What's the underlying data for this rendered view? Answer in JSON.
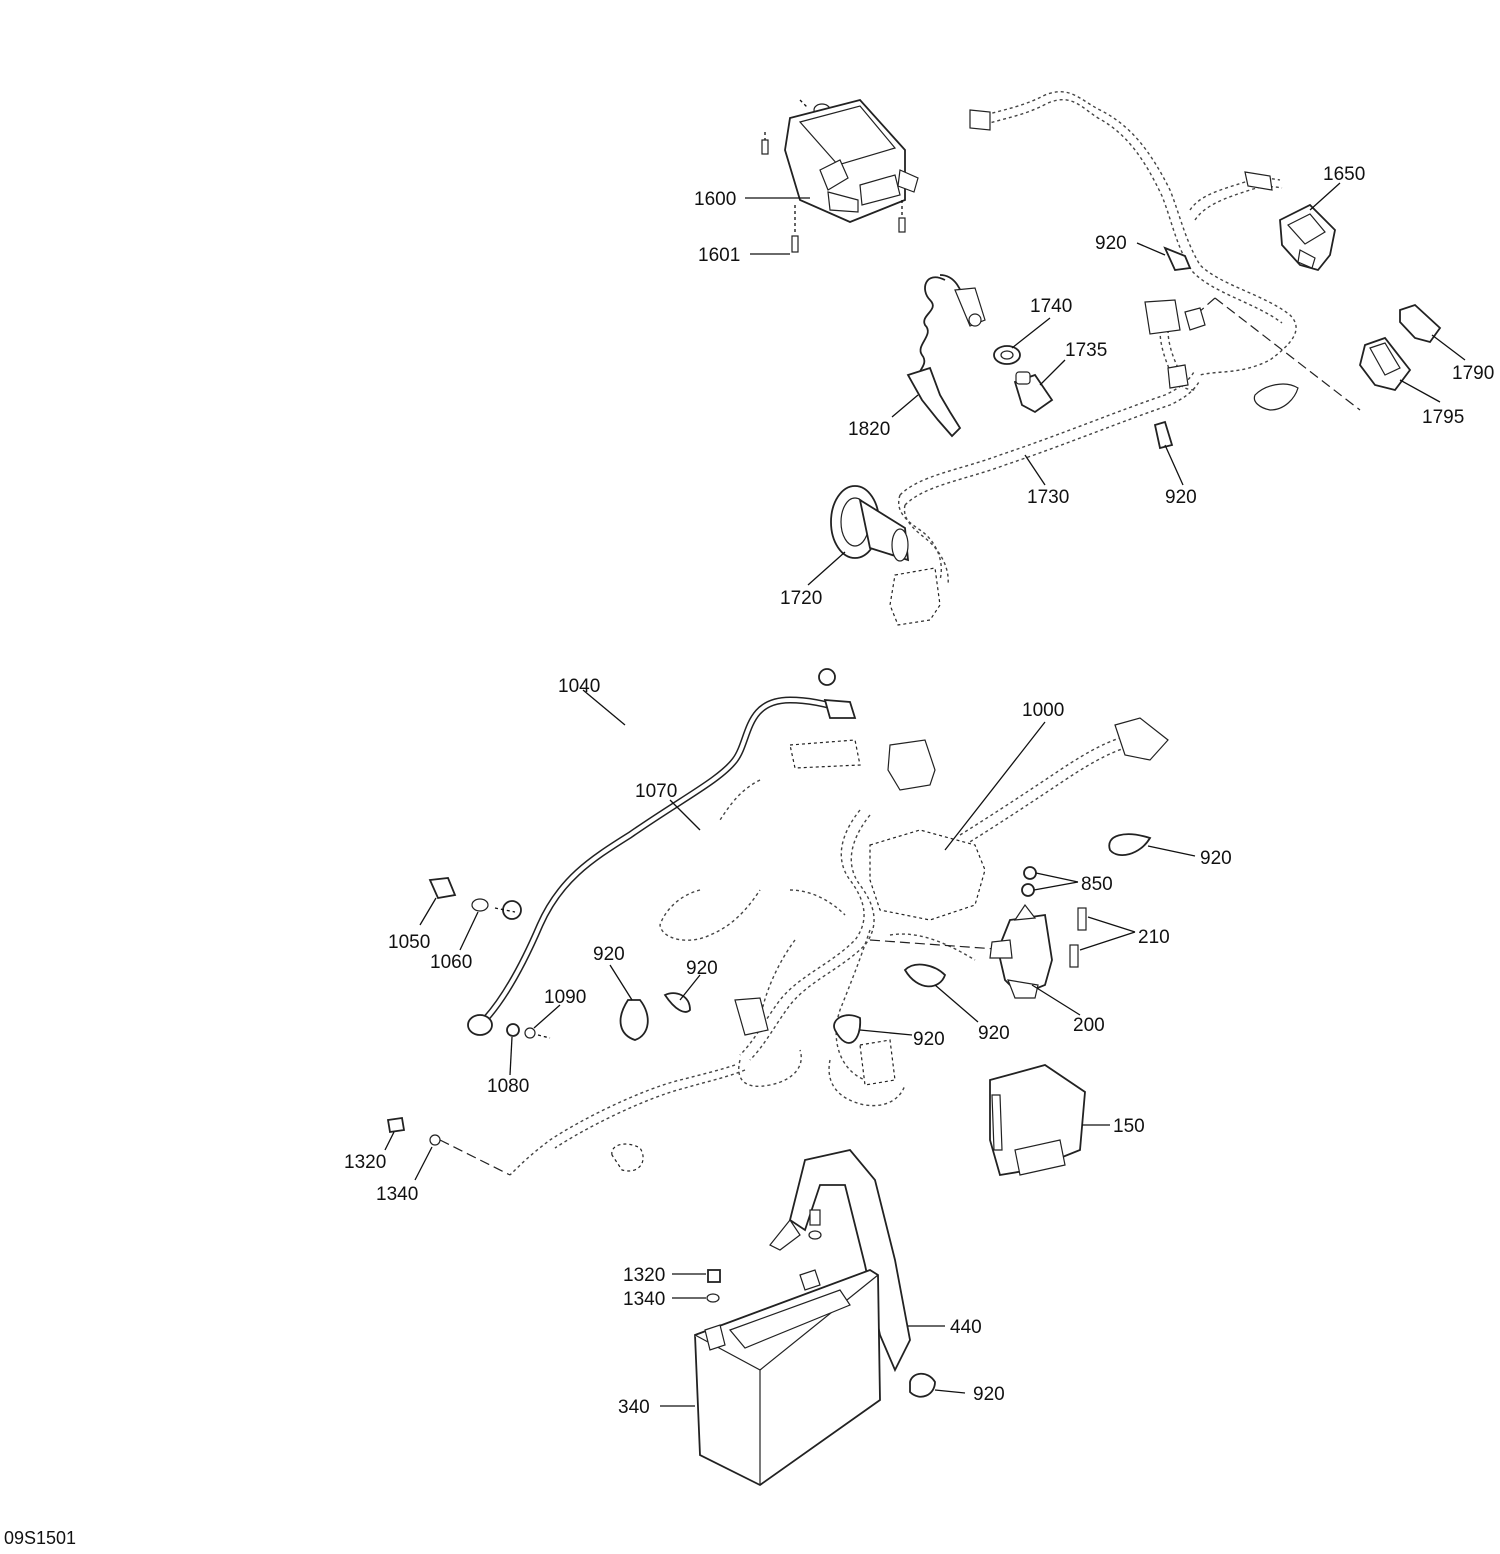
{
  "diagram_code": "09S1501",
  "labels": {
    "1600": "1600",
    "1601": "1601",
    "1650": "1650",
    "920_a": "920",
    "920_b": "920",
    "920_c": "920",
    "920_d": "920",
    "920_e": "920",
    "920_f": "920",
    "920_g": "920",
    "920_h": "920",
    "1740": "1740",
    "1735": "1735",
    "1820": "1820",
    "1730": "1730",
    "1720": "1720",
    "1790": "1790",
    "1795": "1795",
    "1040": "1040",
    "1070": "1070",
    "1000": "1000",
    "850": "850",
    "210": "210",
    "200": "200",
    "150": "150",
    "1050": "1050",
    "1060": "1060",
    "1090": "1090",
    "1080": "1080",
    "1320_a": "1320",
    "1340_a": "1340",
    "1320_b": "1320",
    "1340_b": "1340",
    "440": "440",
    "340": "340"
  }
}
